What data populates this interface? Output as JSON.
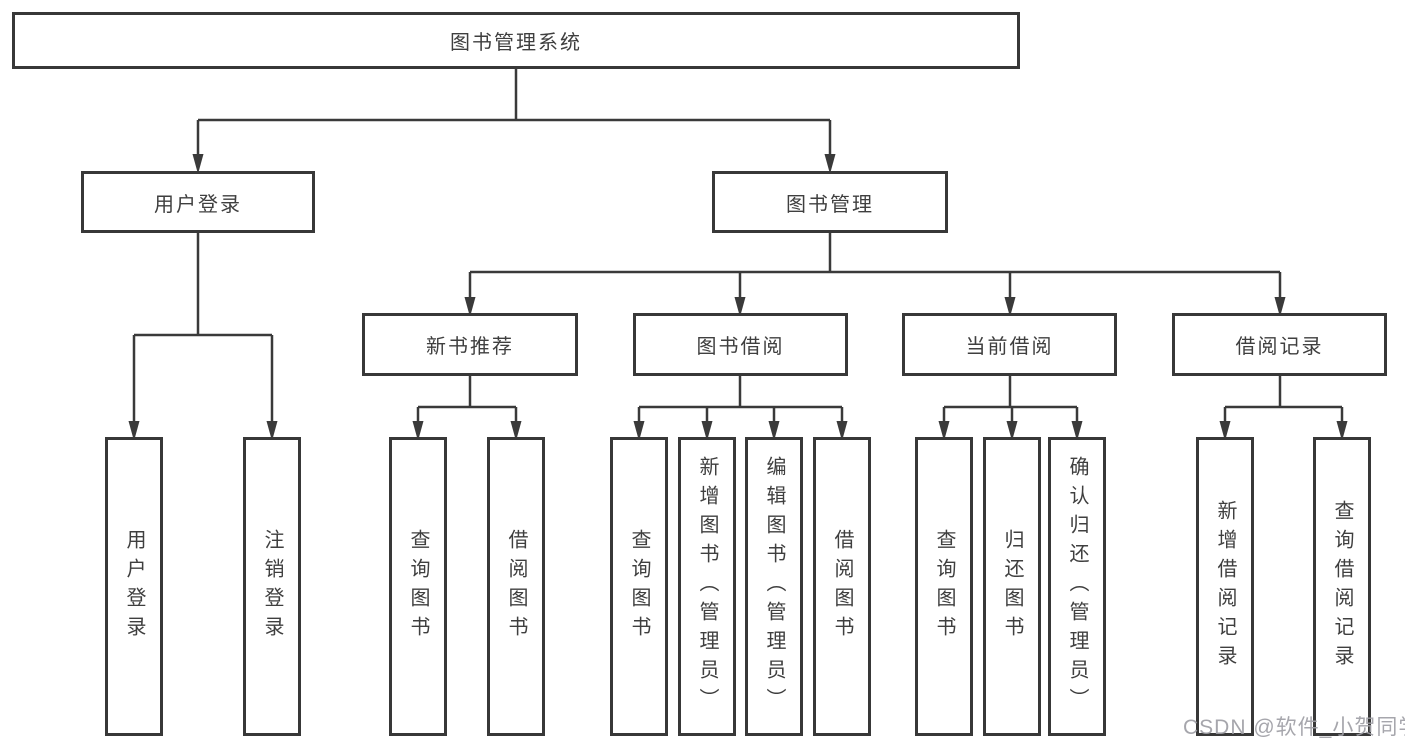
{
  "nodes": {
    "root": {
      "label": "图书管理系统"
    },
    "level2": [
      {
        "label": "用户登录"
      },
      {
        "label": "图书管理"
      }
    ],
    "level3": [
      {
        "label": "新书推荐"
      },
      {
        "label": "图书借阅"
      },
      {
        "label": "当前借阅"
      },
      {
        "label": "借阅记录"
      }
    ],
    "leaves": [
      {
        "label": "用户登录"
      },
      {
        "label": "注销登录"
      },
      {
        "label": "查询图书"
      },
      {
        "label": "借阅图书"
      },
      {
        "label": "查询图书"
      },
      {
        "label": "新增图书（管理员）"
      },
      {
        "label": "编辑图书（管理员）"
      },
      {
        "label": "借阅图书"
      },
      {
        "label": "查询图书"
      },
      {
        "label": "归还图书"
      },
      {
        "label": "确认归还（管理员）"
      },
      {
        "label": "新增借阅记录"
      },
      {
        "label": "查询借阅记录"
      }
    ]
  },
  "watermark": {
    "text": "CSDN @软件_小贺同学"
  },
  "colors": {
    "line": "#3a3a3a",
    "box_border": "#383838",
    "text": "#3f3f3f",
    "background": "#ffffff",
    "watermark": "#9e9ea5"
  }
}
